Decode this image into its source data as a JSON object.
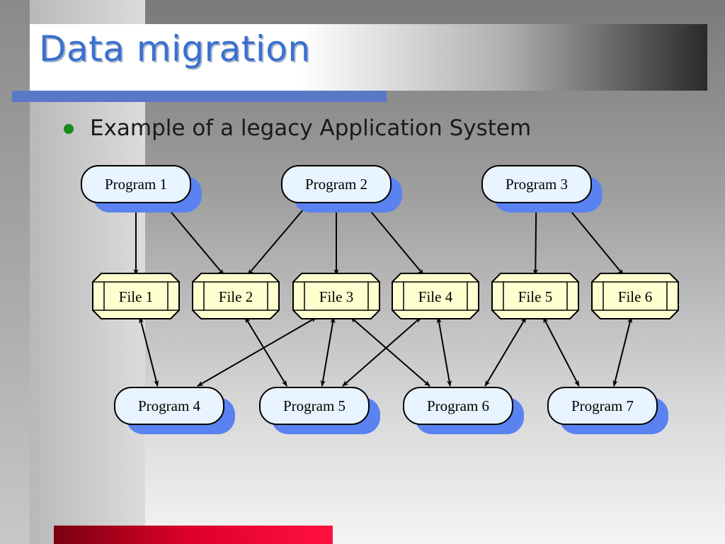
{
  "slide": {
    "title": "Data migration",
    "bullet": "Example of a legacy Application System"
  },
  "diagram": {
    "programs": [
      {
        "id": "p1",
        "label": "Program 1"
      },
      {
        "id": "p2",
        "label": "Program 2"
      },
      {
        "id": "p3",
        "label": "Program 3"
      },
      {
        "id": "p4",
        "label": "Program 4"
      },
      {
        "id": "p5",
        "label": "Program 5"
      },
      {
        "id": "p6",
        "label": "Program 6"
      },
      {
        "id": "p7",
        "label": "Program 7"
      }
    ],
    "files": [
      {
        "id": "f1",
        "label": "File 1"
      },
      {
        "id": "f2",
        "label": "File 2"
      },
      {
        "id": "f3",
        "label": "File 3"
      },
      {
        "id": "f4",
        "label": "File 4"
      },
      {
        "id": "f5",
        "label": "File 5"
      },
      {
        "id": "f6",
        "label": "File 6"
      }
    ],
    "edges": [
      [
        "p1",
        "f1"
      ],
      [
        "p1",
        "f2"
      ],
      [
        "p2",
        "f2"
      ],
      [
        "p2",
        "f3"
      ],
      [
        "p2",
        "f4"
      ],
      [
        "p3",
        "f5"
      ],
      [
        "p3",
        "f6"
      ],
      [
        "f1",
        "p4"
      ],
      [
        "f3",
        "p4"
      ],
      [
        "f2",
        "p5"
      ],
      [
        "f3",
        "p5"
      ],
      [
        "f4",
        "p5"
      ],
      [
        "f3",
        "p6"
      ],
      [
        "f4",
        "p6"
      ],
      [
        "f5",
        "p6"
      ],
      [
        "f5",
        "p7"
      ],
      [
        "f6",
        "p7"
      ]
    ],
    "colors": {
      "program_fill": "#e8f4ff",
      "program_shadow": "#5a82f0",
      "file_fill": "#ffffd0",
      "stroke": "#000000"
    }
  }
}
